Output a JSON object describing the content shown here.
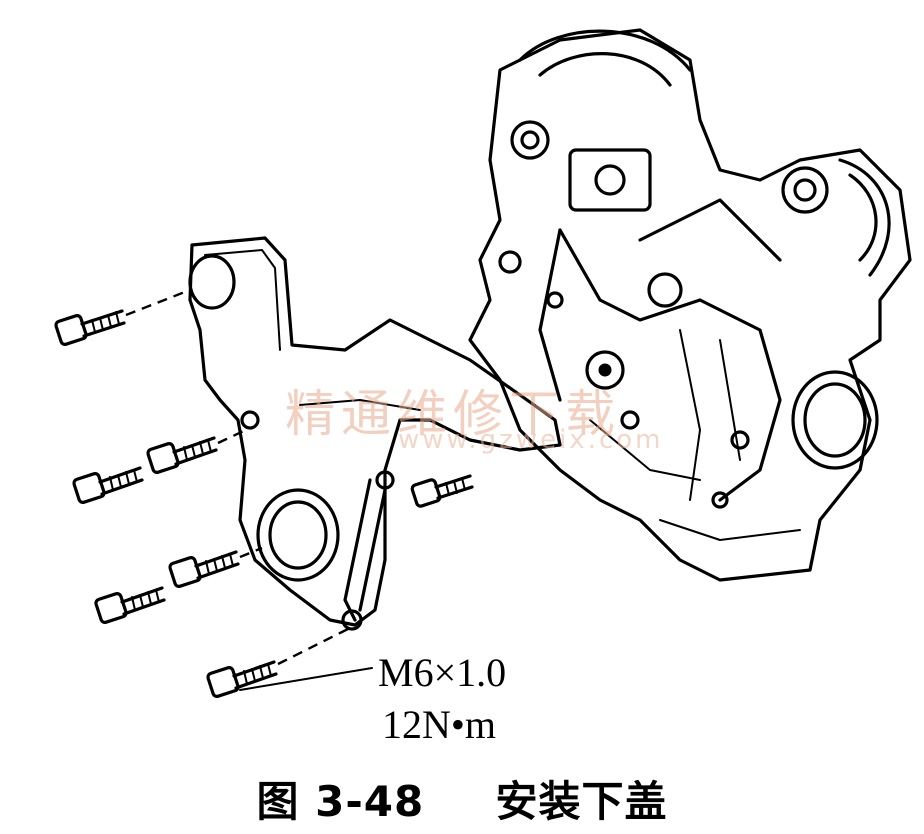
{
  "bolt_spec": {
    "thread": "M6×1.0",
    "torque": "12N•m"
  },
  "caption": {
    "figure_number": "图 3-48",
    "title": "安装下盖"
  },
  "watermark": {
    "text_cn": "精通维修下载",
    "url": "www.gzweix.com"
  },
  "colors": {
    "ink": "#000000",
    "watermark": "#e9a98a"
  }
}
